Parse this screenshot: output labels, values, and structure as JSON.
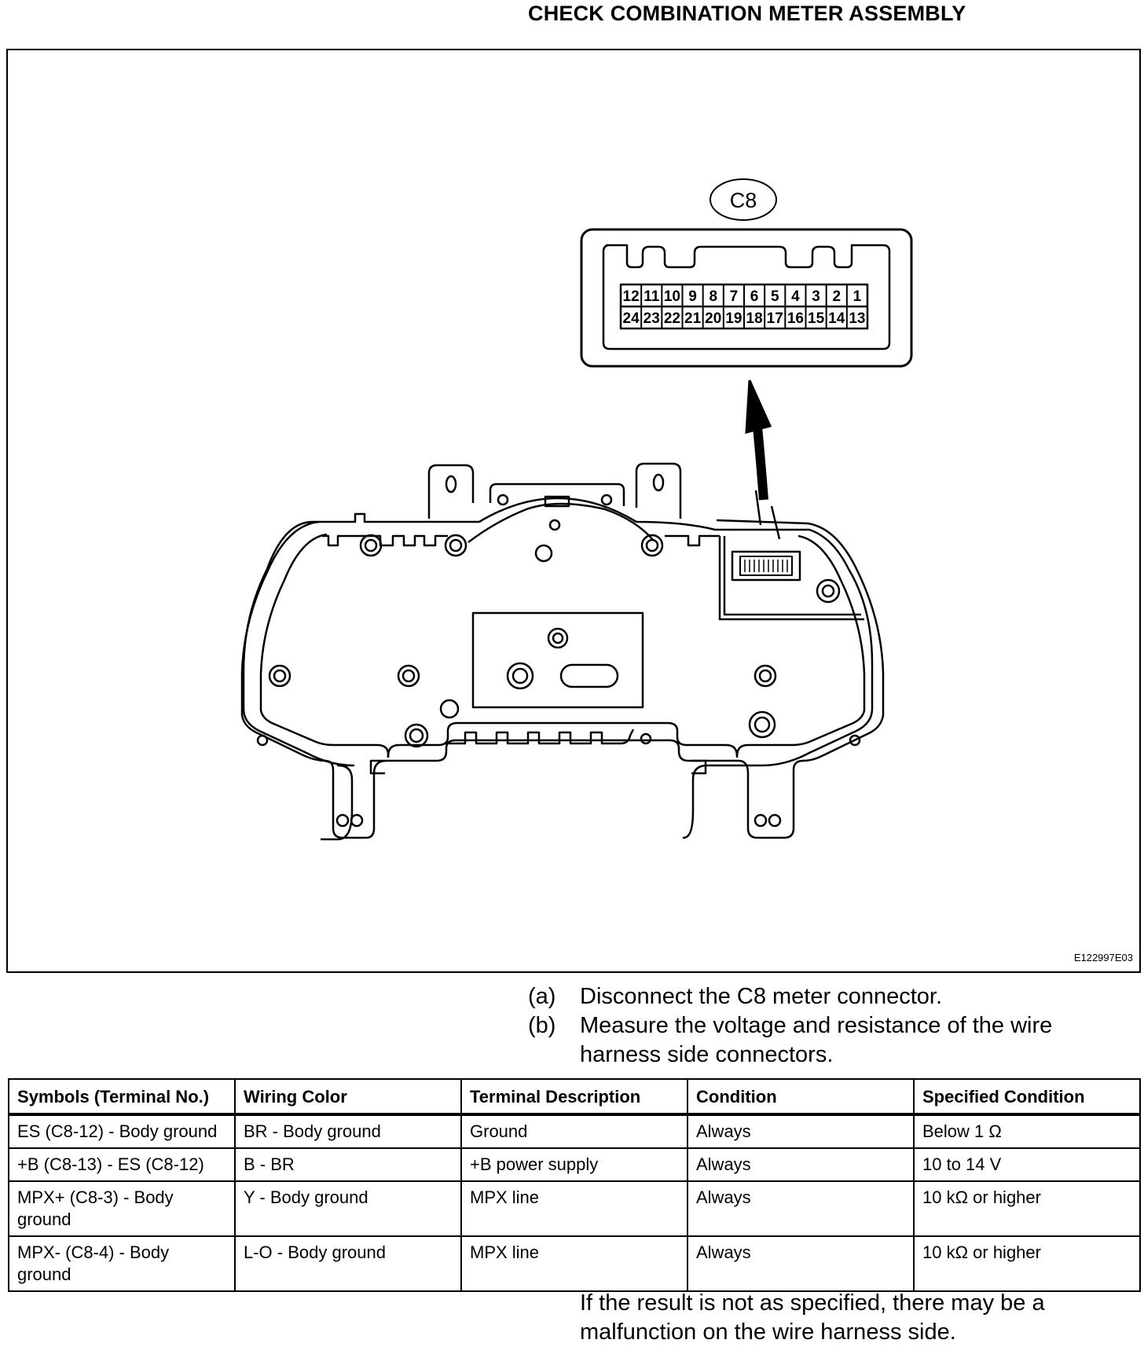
{
  "header": {
    "title": "CHECK COMBINATION METER ASSEMBLY"
  },
  "figure": {
    "connector_label": "C8",
    "pins_top": [
      "12",
      "11",
      "10",
      "9",
      "8",
      "7",
      "6",
      "5",
      "4",
      "3",
      "2",
      "1"
    ],
    "pins_bottom": [
      "24",
      "23",
      "22",
      "21",
      "20",
      "19",
      "18",
      "17",
      "16",
      "15",
      "14",
      "13"
    ],
    "figure_code": "E122997E03"
  },
  "steps": [
    {
      "label": "(a)",
      "text": "Disconnect the C8 meter connector."
    },
    {
      "label": "(b)",
      "text": "Measure the voltage and resistance of the wire harness side connectors."
    }
  ],
  "table": {
    "headers": [
      "Symbols (Terminal No.)",
      "Wiring Color",
      "Terminal Description",
      "Condition",
      "Specified Condition"
    ],
    "rows": [
      [
        "ES (C8-12) - Body ground",
        "BR - Body ground",
        "Ground",
        "Always",
        "Below 1 Ω"
      ],
      [
        "+B (C8-13) - ES (C8-12)",
        "B - BR",
        "+B power supply",
        "Always",
        "10 to 14 V"
      ],
      [
        "MPX+ (C8-3) - Body ground",
        "Y - Body ground",
        "MPX line",
        "Always",
        "10 kΩ or higher"
      ],
      [
        "MPX- (C8-4) - Body ground",
        "L-O - Body ground",
        "MPX line",
        "Always",
        "10 kΩ or higher"
      ]
    ]
  },
  "note": "If the result is not as specified, there may be a malfunction on the wire harness side."
}
